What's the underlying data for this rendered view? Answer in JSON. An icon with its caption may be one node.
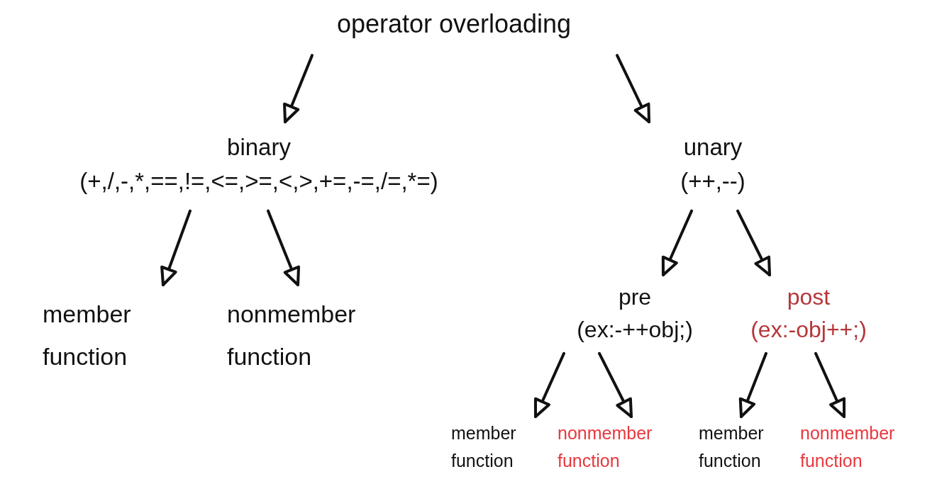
{
  "diagram": {
    "nodes": [
      {
        "text": [
          "operator overloading"
        ]
      },
      {
        "text": [
          "binary",
          "(+,/,-,*,==,!=,<=,>=,<,>,+=,-=,/=,*=)"
        ]
      },
      {
        "text": [
          "unary",
          "(++,--)"
        ]
      },
      {
        "text": [
          "member function"
        ]
      },
      {
        "text": [
          "nonmember function"
        ]
      },
      {
        "text": [
          "pre",
          "(ex:-++obj;)"
        ]
      },
      {
        "text": [
          "post",
          "(ex:-obj++;)"
        ]
      },
      {
        "text": [
          "member function"
        ]
      },
      {
        "text": [
          "nonmember function"
        ]
      },
      {
        "text": [
          "member function"
        ]
      },
      {
        "text": [
          "nonmember function"
        ]
      }
    ],
    "edges": [
      {
        "from": 0,
        "to": 1,
        "arrow": "to"
      },
      {
        "from": 0,
        "to": 2,
        "arrow": "to"
      },
      {
        "from": 1,
        "to": 3,
        "arrow": "to"
      },
      {
        "from": 1,
        "to": 4,
        "arrow": "to"
      },
      {
        "from": 2,
        "to": 5,
        "arrow": "to"
      },
      {
        "from": 2,
        "to": 6,
        "arrow": "to"
      },
      {
        "from": 5,
        "to": 7,
        "arrow": "to"
      },
      {
        "from": 5,
        "to": 8,
        "arrow": "to"
      },
      {
        "from": 6,
        "to": 9,
        "arrow": "to"
      },
      {
        "from": 6,
        "to": 10,
        "arrow": "to"
      }
    ]
  }
}
